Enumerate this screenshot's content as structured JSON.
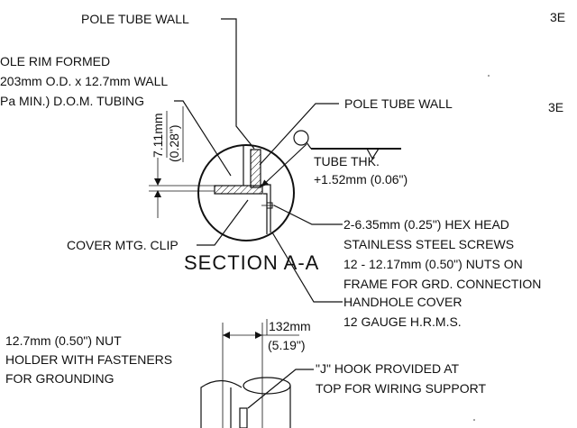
{
  "labels": {
    "pole_tube_wall_top": "POLE TUBE WALL",
    "corner_3e_top": "3E",
    "corner_3e_mid": "3E",
    "rim_line1": "OLE RIM FORMED",
    "rim_line2": "203mm  O.D. x  12.7mm  WALL",
    "rim_line3": "Pa MIN.) D.O.M. TUBING",
    "pole_tube_wall_right": "POLE TUBE WALL",
    "tube_thk_line1": "TUBE THK.",
    "tube_thk_line2": "+1.52mm  (0.06\")",
    "dim_vertical_mm": "7.11mm",
    "dim_vertical_in": "(0.28\")",
    "screws_line1": "2-6.35mm  (0.25\") HEX HEAD",
    "screws_line2": "STAINLESS STEEL SCREWS",
    "screws_line3": "12  -  12.17mm  (0.50\") NUTS ON",
    "screws_line4": "FRAME FOR GRD. CONNECTION",
    "cover_clip": "COVER MTG. CLIP",
    "section": "SECTION  A-A",
    "handhole_line1": "HANDHOLE COVER",
    "handhole_line2": "12  GAUGE  H.R.M.S.",
    "nut_line1": "12.7mm  (0.50\") NUT",
    "nut_line2": "HOLDER WITH FASTENERS",
    "nut_line3": "FOR GROUNDING",
    "dim_width_mm": "132mm",
    "dim_width_in": "(5.19\")",
    "jhook_line1": "\"J\" HOOK PROVIDED AT",
    "jhook_line2": "TOP FOR WIRING SUPPORT"
  }
}
